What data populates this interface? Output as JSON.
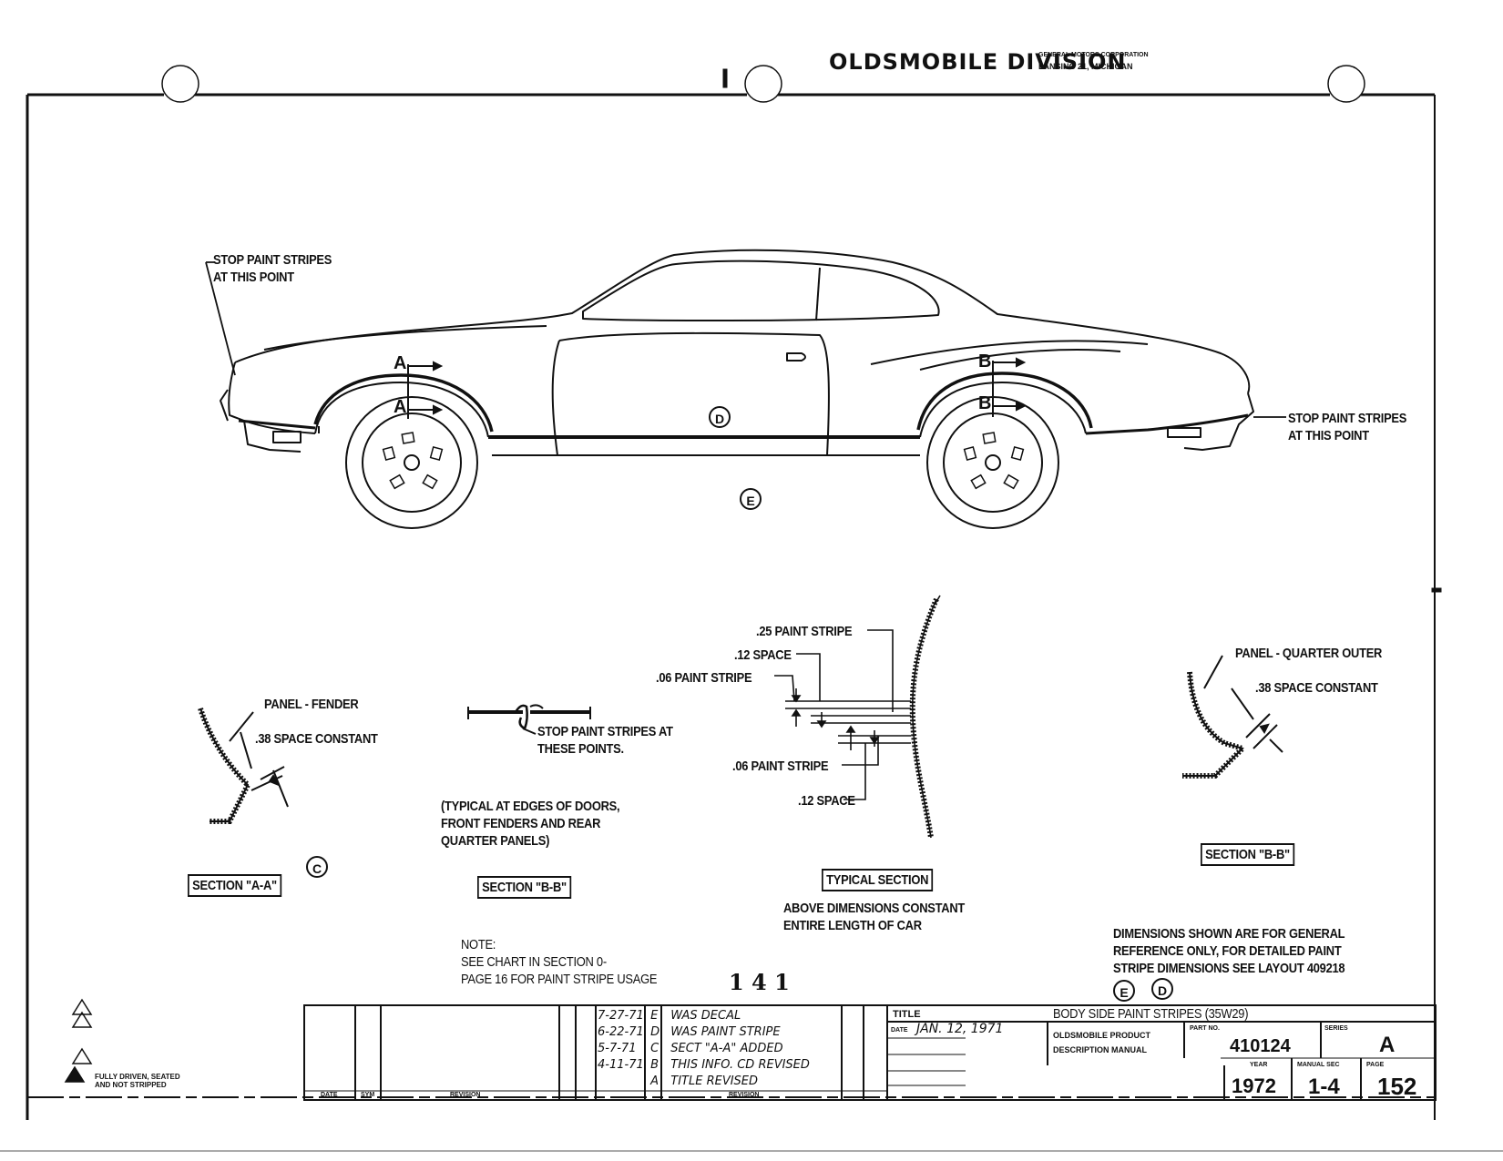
{
  "header": {
    "division": "OLDSMOBILE DIVISION",
    "corp_line1": "GENERAL MOTORS CORPORATION",
    "corp_line2": "LANSING 21, MICHIGAN"
  },
  "car_view": {
    "stop_front": [
      "STOP PAINT STRIPES",
      "AT THIS POINT"
    ],
    "stop_rear": [
      "STOP PAINT STRIPES",
      "AT THIS POINT"
    ],
    "section_a_marker": "A",
    "section_b_marker": "B",
    "circle_d": "D",
    "circle_e": "E"
  },
  "section_aa": {
    "panel_label": "PANEL - FENDER",
    "space_label": ".38 SPACE CONSTANT",
    "title": "SECTION \"A-A\"",
    "circle_c": "C"
  },
  "section_bb_edge": {
    "stop_label": [
      "STOP PAINT STRIPES AT",
      "THESE POINTS."
    ],
    "typical_note": [
      "(TYPICAL AT EDGES OF DOORS,",
      "FRONT FENDERS AND REAR",
      "QUARTER PANELS)"
    ],
    "title": "SECTION \"B-B\""
  },
  "typical_section": {
    "stripe_25": ".25 PAINT STRIPE",
    "space_12_top": ".12 SPACE",
    "stripe_06_top": ".06 PAINT STRIPE",
    "stripe_06_bottom": ".06 PAINT STRIPE",
    "space_12_bottom": ".12 SPACE",
    "title": "TYPICAL SECTION",
    "note": [
      "ABOVE DIMENSIONS CONSTANT",
      "ENTIRE LENGTH OF CAR"
    ]
  },
  "section_bb_quarter": {
    "panel_label": "PANEL - QUARTER OUTER",
    "space_label": ".38 SPACE CONSTANT",
    "title": "SECTION \"B-B\""
  },
  "general_note": [
    "DIMENSIONS SHOWN ARE FOR GENERAL",
    "REFERENCE ONLY, FOR DETAILED PAINT",
    "STRIPE DIMENSIONS SEE LAYOUT 409218"
  ],
  "general_note_circles": [
    "E",
    "D"
  ],
  "chart_note": [
    "NOTE:",
    "SEE CHART IN SECTION 0-",
    "PAGE 16 FOR PAINT STRIPE USAGE"
  ],
  "page_mark": "1 4 1",
  "legend": {
    "fully_driven": [
      "FULLY DRIVEN, SEATED",
      "AND NOT STRIPPED"
    ]
  },
  "title_block": {
    "revisions": [
      {
        "date": "7-27-71",
        "sym": "E",
        "text": "WAS DECAL"
      },
      {
        "date": "6-22-71",
        "sym": "D",
        "text": "WAS PAINT STRIPE"
      },
      {
        "date": "5-7-71",
        "sym": "C",
        "text": "SECT \"A-A\" ADDED"
      },
      {
        "date": "4-11-71",
        "sym": "B",
        "text": "THIS INFO. CD REVISED"
      },
      {
        "date": "",
        "sym": "A",
        "text": "TITLE REVISED"
      }
    ],
    "col_date": "DATE",
    "col_sym": "SYM",
    "col_revision": "REVISION",
    "col_revision2": "REVISION",
    "title_label": "TITLE",
    "title_value": "BODY SIDE PAINT STRIPES (35W29)",
    "date_label": "DATE",
    "date_value": "JAN. 12, 1971",
    "manual_line1": "OLDSMOBILE PRODUCT",
    "manual_line2": "DESCRIPTION MANUAL",
    "part_label": "PART NO.",
    "part_no": "410124",
    "series_label": "SERIES",
    "series": "A",
    "year_label": "YEAR",
    "year": "1972",
    "manual_sec_label": "MANUAL SEC",
    "manual_sec": "1-4",
    "page_label": "PAGE",
    "page": "152"
  }
}
